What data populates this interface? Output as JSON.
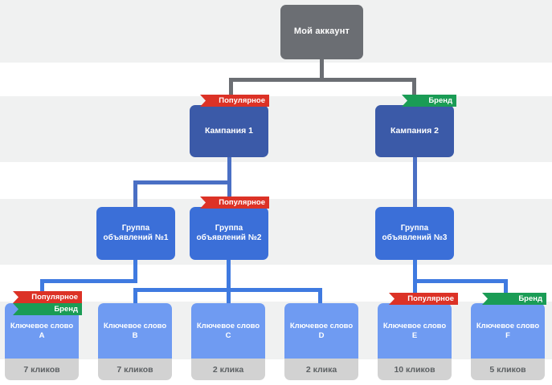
{
  "diagram": {
    "title_node": {
      "label": "Мой аккаунт"
    },
    "badges": {
      "popular": "Популярное",
      "brand": "Бренд",
      "popular_color": "#dc3226",
      "brand_color": "#1a9c55"
    },
    "colors": {
      "root": "#6b6e73",
      "campaign": "#3b5aa8",
      "adgroup": "#3b6fd8",
      "keyword": "#6f9bf2",
      "clicks_bg": "#d2d2d2",
      "band": "#f0f1f1",
      "connector": "#4a6fc4",
      "connector_root": "#6b6e73",
      "connector_keyword": "#3f7ae0"
    },
    "campaigns": [
      {
        "label": "Кампания 1",
        "badge": "Популярное",
        "badge_type": "popular"
      },
      {
        "label": "Кампания 2",
        "badge": "Бренд",
        "badge_type": "brand"
      }
    ],
    "ad_groups": [
      {
        "label": "Группа\nобъявлений №1",
        "line1": "Группа",
        "line2": "объявлений №1",
        "badge": null
      },
      {
        "label": "Группа\nобъявлений №2",
        "line1": "Группа",
        "line2": "объявлений №2",
        "badge": "Популярное",
        "badge_type": "popular"
      },
      {
        "label": "Группа\nобъявлений №3",
        "line1": "Группа",
        "line2": "объявлений №3",
        "badge": null
      }
    ],
    "keywords": [
      {
        "line1": "Ключевое слово",
        "line2": "A",
        "clicks": "7 кликов",
        "badges": [
          "Популярное",
          "Бренд"
        ]
      },
      {
        "line1": "Ключевое слово",
        "line2": "B",
        "clicks": "7 кликов",
        "badges": []
      },
      {
        "line1": "Ключевое слово",
        "line2": "C",
        "clicks": "2 клика",
        "badges": []
      },
      {
        "line1": "Ключевое слово",
        "line2": "D",
        "clicks": "2 клика",
        "badges": []
      },
      {
        "line1": "Ключевое слово",
        "line2": "E",
        "clicks": "10 кликов",
        "badges": [
          "Популярное"
        ]
      },
      {
        "line1": "Ключевое слово",
        "line2": "F",
        "clicks": "5 кликов",
        "badges": [
          "Бренд"
        ]
      }
    ]
  }
}
